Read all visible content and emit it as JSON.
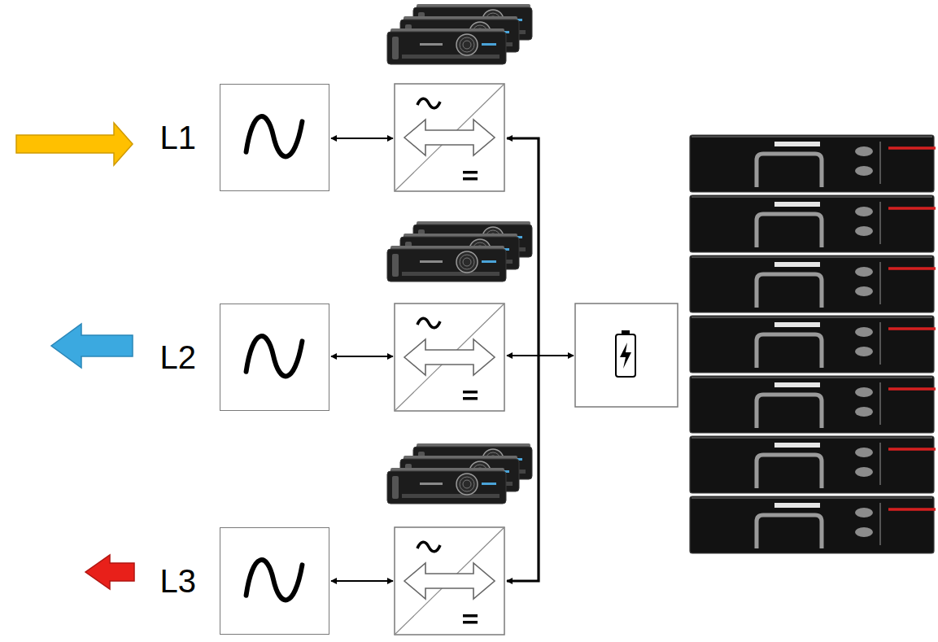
{
  "diagram": {
    "nodes": [
      {
        "text": [
          "L1"
        ]
      },
      {
        "text": [
          "L2"
        ]
      },
      {
        "text": [
          "L3"
        ]
      }
    ]
  }
}
